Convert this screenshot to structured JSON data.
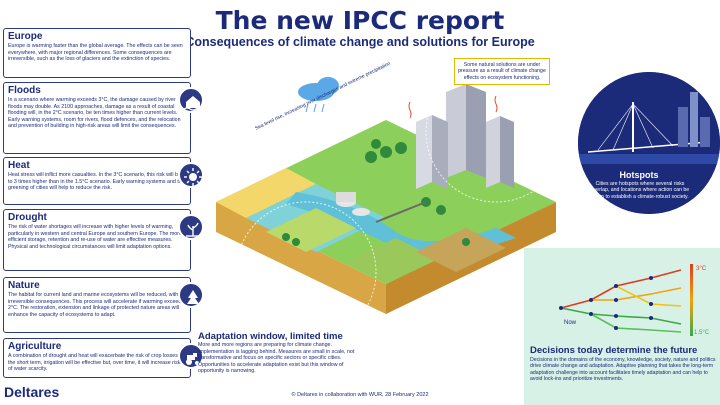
{
  "header": {
    "title": "The new IPCC report",
    "subtitle": "Consequences of climate change and solutions for Europe"
  },
  "panels": [
    {
      "title": "Europe",
      "body": "Europe is warming faster than the global average. The effects can be seen everywhere, with major regional differences. Some consequences are irreversible, such as the loss of glaciers and the extinction of species.",
      "icon": ""
    },
    {
      "title": "Floods",
      "body": "In a scenario where warming exceeds 3°C, the damage caused by river floods may double. As 2100 approaches, damage as a result of coastal flooding will, in the 2°C scenario, be ten times higher than current levels. Early warning systems, room for rivers, flood defences, and the relocation and prevention of building in high-risk areas will limit the consequences.",
      "icon": "flood-house-icon"
    },
    {
      "title": "Heat",
      "body": "Heat stress will inflict more casualties. In the 3°C scenario, this risk will be 2 to 3 times higher than in the 1.5°C scenario. Early warning systems and the greening of cities will help to reduce the risk.",
      "icon": "sun-icon"
    },
    {
      "title": "Drought",
      "body": "The risk of water shortages will increase with higher levels of warming, particularly in western and central Europe and southern Europe. The more efficient storage, retention and re-use of water are effective measures. Physical and technological circumstances will limit adaptation options.",
      "icon": "dry-plant-icon"
    },
    {
      "title": "Nature",
      "body": "The habitat for current land and marine ecosystems will be reduced, with irreversible consequences. This process will accelerate if warming exceeds 2°C. The restoration, extension and linkage of protected nature areas will enhance the capacity of ecosystems to adapt.",
      "icon": "nature-icon"
    },
    {
      "title": "Agriculture",
      "body": "A combination of drought and heat will exacerbate the risk of crop losses. In the short term, irrigation will be effective but, over time, it will increase risk of water scarcity.",
      "icon": "tractor-icon"
    }
  ],
  "annotations": {
    "sea_level": "Sea level rise, increasing river discharges and extreme precipitation",
    "nature_note": "Some natural solutions are under pressure as a result of climate change effects on ecosystem functioning."
  },
  "hotspots": {
    "title": "Hotspots",
    "body": "Cities are hotspots where several risks overlap, and locations where action can be taken to establish a climate-robust society."
  },
  "adaptation": {
    "title": "Adaptation window, limited time",
    "body": "More and more regions are preparing for climate change. Implementation is lagging behind. Measures are small in scale, not transformative and focus on specific sectors or specific cities. Opportunities to accelerate adaptation exist but this window of opportunity is narrowing."
  },
  "decisions": {
    "title": "Decisions today determine the future",
    "body": "Decisions in the domains of the economy, knowledge, society, nature and politics drive climate change and adaptation. Adaptive planning that takes the long-term adaptation challenge into account facilitates timely adaptation and can help to avoid lock-ins and prioritize investments.",
    "now_label": "Now",
    "high_label": "3°C",
    "low_label": "1.5°C",
    "colors": {
      "high": "#e03a1e",
      "mid": "#f2a20c",
      "low": "#3aa84a"
    }
  },
  "footer": {
    "credit": "© Deltares in collaboration with WUR, 28 February 2022",
    "logo": "Deltares"
  }
}
